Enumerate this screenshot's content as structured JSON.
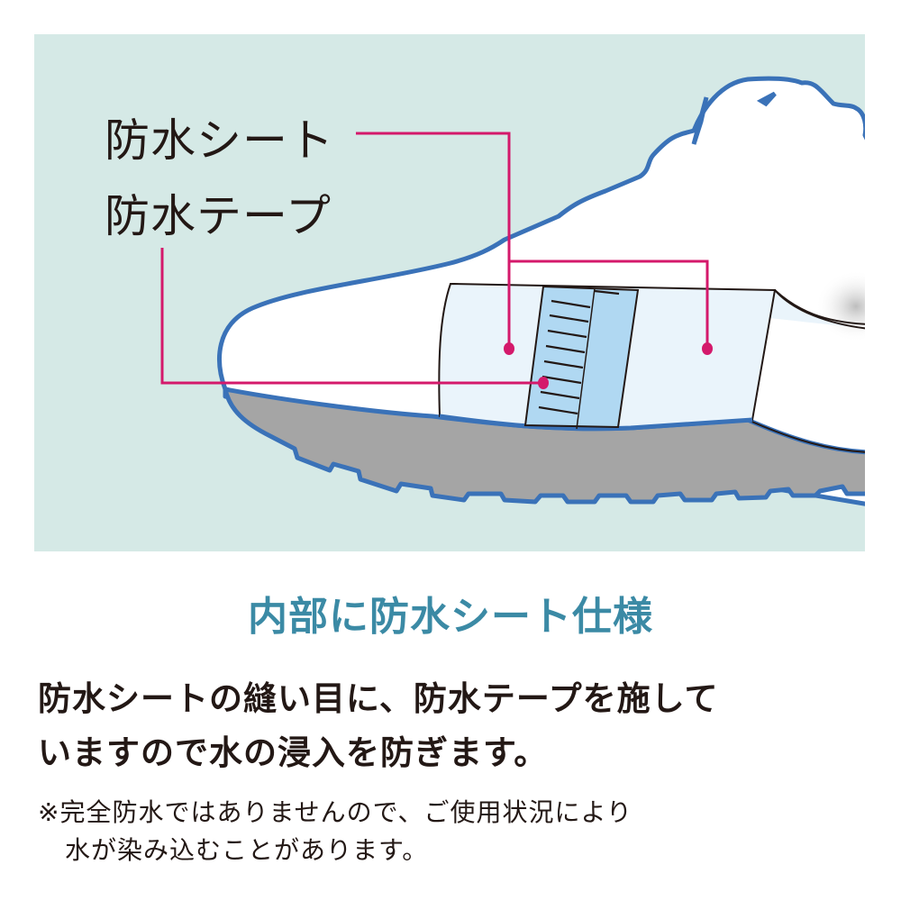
{
  "diagram": {
    "labels": {
      "sheet": "防水シート",
      "tape": "防水テープ"
    },
    "colors": {
      "background": "#d5e9e6",
      "outline": "#3a72b8",
      "sole": "#a5a5a5",
      "callout": "#d4196b",
      "sheet": "#eaf4fb",
      "tape": "#b0d8f2"
    }
  },
  "heading": "内部に防水シート仕様",
  "body": [
    "防水シートの縫い目に、防水テープを施して",
    "いますので水の浸入を防ぎます。"
  ],
  "note": [
    "※完全防水ではありませんので、ご使用状況により",
    "水が染み込むことがあります。"
  ]
}
